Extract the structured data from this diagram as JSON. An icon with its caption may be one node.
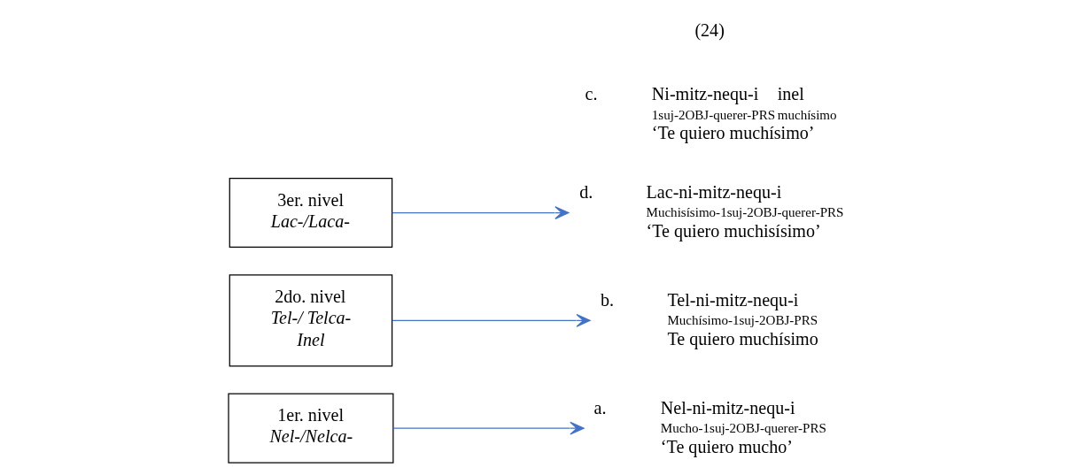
{
  "diagram": {
    "nodes": [
      {
        "text": [
          "1er. nivel",
          "Nel-/Nelca-"
        ]
      },
      {
        "text": [
          "2do. nivel",
          "Tel-/ Telca-",
          "Inel"
        ]
      },
      {
        "text": [
          "3er. nivel",
          "Lac-/Laca-"
        ]
      },
      {
        "text": [
          "a.",
          "Nel-ni-mitz-nequ-i",
          "Mucho-1suj-2OBJ-querer-PRS",
          "‘Te quiero mucho’"
        ]
      },
      {
        "text": [
          "b.",
          "Tel-ni-mitz-nequ-i",
          "Muchísimo-1suj-2OBJ-PRS",
          "Te quiero muchísimo"
        ]
      },
      {
        "text": [
          "c.",
          "Ni-mitz-nequ-i",
          "inel",
          "1suj-2OBJ-querer-PRS",
          "muchísimo",
          "‘Te quiero muchísimo’"
        ]
      },
      {
        "text": [
          "d.",
          "Lac-ni-mitz-nequ-i",
          "Muchisísimo-1suj-2OBJ-querer-PRS",
          "‘Te quiero muchisísimo’"
        ]
      }
    ],
    "edges": [
      {
        "from": 0,
        "to": 3,
        "arrow": "to",
        "color": "#4472c4"
      },
      {
        "from": 1,
        "to": 4,
        "arrow": "to",
        "color": "#4472c4"
      },
      {
        "from": 2,
        "to": 6,
        "arrow": "to",
        "color": "#4472c4"
      }
    ],
    "labels": [
      "(24)"
    ]
  }
}
